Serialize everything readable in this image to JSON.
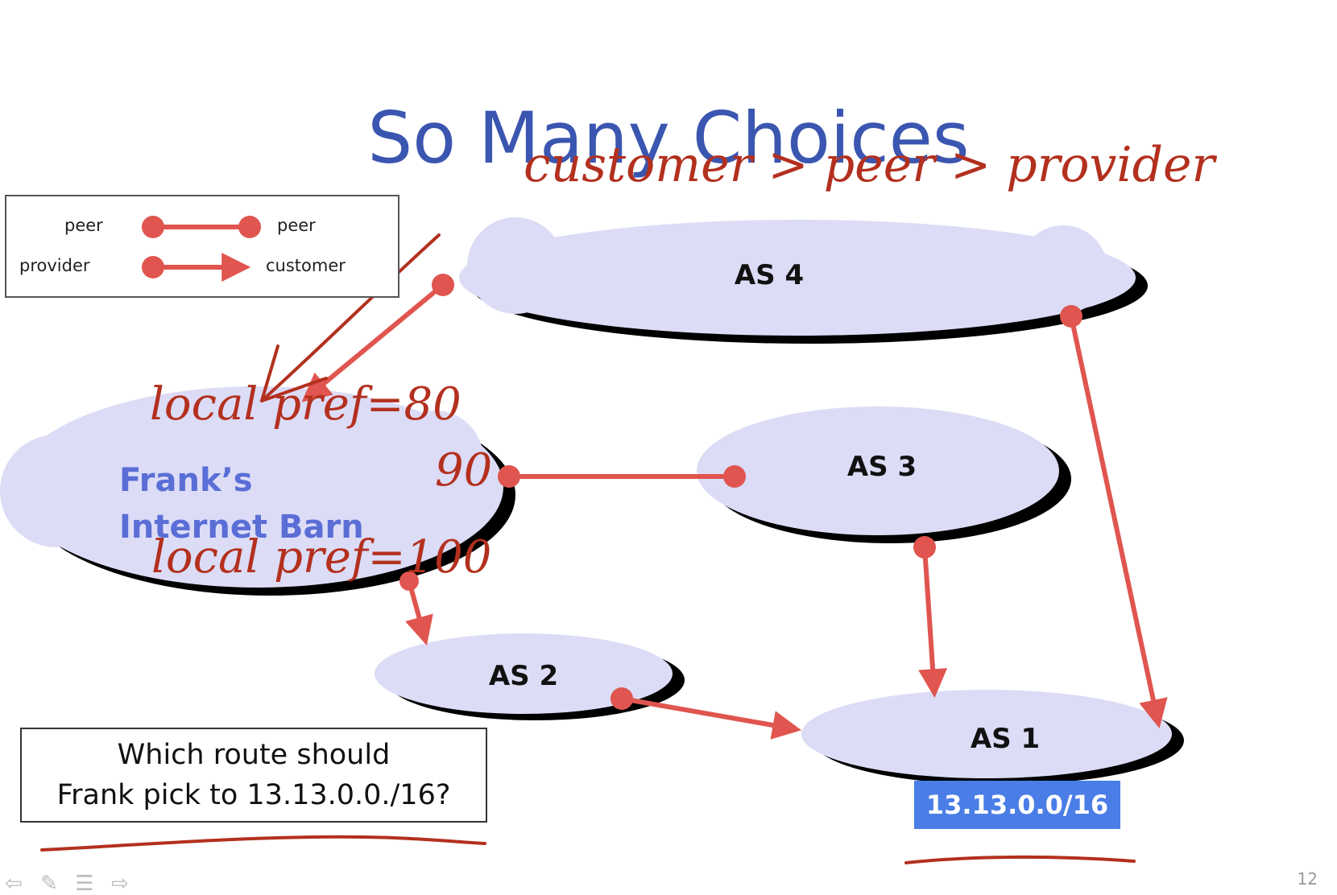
{
  "slide": {
    "title": "So Many Choices",
    "page_number": "12"
  },
  "legend": {
    "row1_left": "peer",
    "row1_right": "peer",
    "row2_left": "provider",
    "row2_right": "customer"
  },
  "nodes": {
    "as4": "AS 4",
    "as3": "AS 3",
    "as2": "AS 2",
    "as1": "AS 1",
    "frank": "Frank’s\nInternet Barn"
  },
  "prefix": "13.13.0.0/16",
  "question": "Which route should\nFrank pick to 13.13.0.0./16?",
  "annotations": {
    "top": "customer > peer > provider",
    "local_pref_80": "local pref=80",
    "local_pref_90": "90",
    "local_pref_100": "local pref=100"
  },
  "colors": {
    "title": "#3b56b0",
    "cloud_fill": "#dcdcf6",
    "link": "#e0554f",
    "ink": "#b3301e",
    "prefix_box": "#4a7de6"
  }
}
